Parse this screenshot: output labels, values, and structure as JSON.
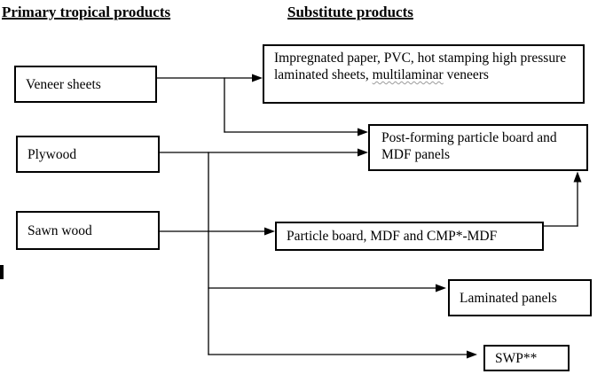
{
  "headers": {
    "left": "Primary tropical products",
    "right": "Substitute products"
  },
  "boxes": {
    "veneer": "Veneer sheets",
    "plywood": "Plywood",
    "sawn": "Sawn wood",
    "impregnated_part1": "Impregnated paper, PVC, hot stamping high pressure laminated sheets, ",
    "impregnated_misspelled": "multilaminar",
    "impregnated_part2": " veneers",
    "postforming": "Post-forming particle board and MDF panels",
    "particle": "Particle board, MDF and CMP*-MDF",
    "laminated": "Laminated panels",
    "swp": "SWP**"
  },
  "connections": [
    {
      "from": "veneer",
      "to": "impregnated"
    },
    {
      "from": "veneer",
      "to": "postforming"
    },
    {
      "from": "plywood",
      "to": "postforming"
    },
    {
      "from": "plywood",
      "to": "laminated"
    },
    {
      "from": "plywood",
      "to": "swp"
    },
    {
      "from": "sawn",
      "to": "particle"
    },
    {
      "from": "particle",
      "to": "postforming"
    }
  ],
  "colors": {
    "background": "#ffffff",
    "line": "#000000",
    "box_border": "#000000",
    "text": "#000000",
    "spellcheck_underline": "#9b9b9b"
  }
}
